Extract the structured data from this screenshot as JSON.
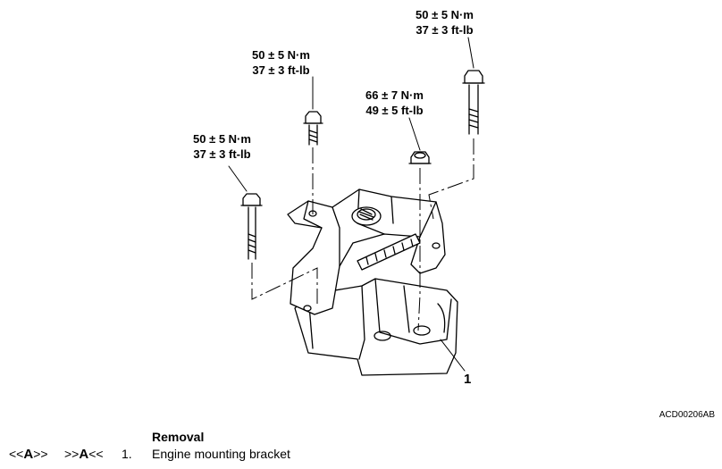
{
  "figure": {
    "torque_labels": [
      {
        "line1": "50 ± 5 N·m",
        "line2": "37 ± 3 ft-lb"
      },
      {
        "line1": "50 ± 5 N·m",
        "line2": "37 ± 3 ft-lb"
      },
      {
        "line1": "66 ± 7 N·m",
        "line2": "49 ± 5 ft-lb"
      },
      {
        "line1": "50 ± 5 N·m",
        "line2": "37 ± 3 ft-lb"
      }
    ],
    "callout": "1",
    "code": "ACD00206AB"
  },
  "legend": {
    "heading": "Removal",
    "install_ref": {
      "pre": "<<",
      "letter": "A",
      "post": ">>"
    },
    "remove_ref": {
      "pre": ">>",
      "letter": "A",
      "post": "<<"
    },
    "item_number": "1.",
    "item_name": "Engine mounting bracket"
  }
}
